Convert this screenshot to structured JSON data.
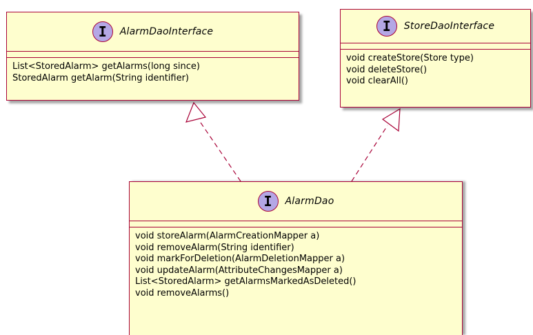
{
  "interfaces": {
    "alarm_dao_interface": {
      "badge": "I",
      "name": "AlarmDaoInterface",
      "methods": [
        "List<StoredAlarm> getAlarms(long since)",
        "StoredAlarm getAlarm(String identifier)"
      ]
    },
    "store_dao_interface": {
      "badge": "I",
      "name": "StoreDaoInterface",
      "methods": [
        "void createStore(Store type)",
        "void deleteStore()",
        "void clearAll()"
      ]
    },
    "alarm_dao": {
      "badge": "I",
      "name": "AlarmDao",
      "methods": [
        "void storeAlarm(AlarmCreationMapper a)",
        "void removeAlarm(String identifier)",
        "void markForDeletion(AlarmDeletionMapper a)",
        "void updateAlarm(AttributeChangesMapper a)",
        "List<StoredAlarm> getAlarmsMarkedAsDeleted()",
        "void removeAlarms()"
      ]
    }
  },
  "relations": [
    {
      "from": "AlarmDao",
      "to": "AlarmDaoInterface",
      "kind": "realization"
    },
    {
      "from": "AlarmDao",
      "to": "StoreDaoInterface",
      "kind": "realization"
    }
  ],
  "colors": {
    "box_fill": "#fefece",
    "border": "#a80036",
    "badge_fill": "#b4a7e5"
  }
}
